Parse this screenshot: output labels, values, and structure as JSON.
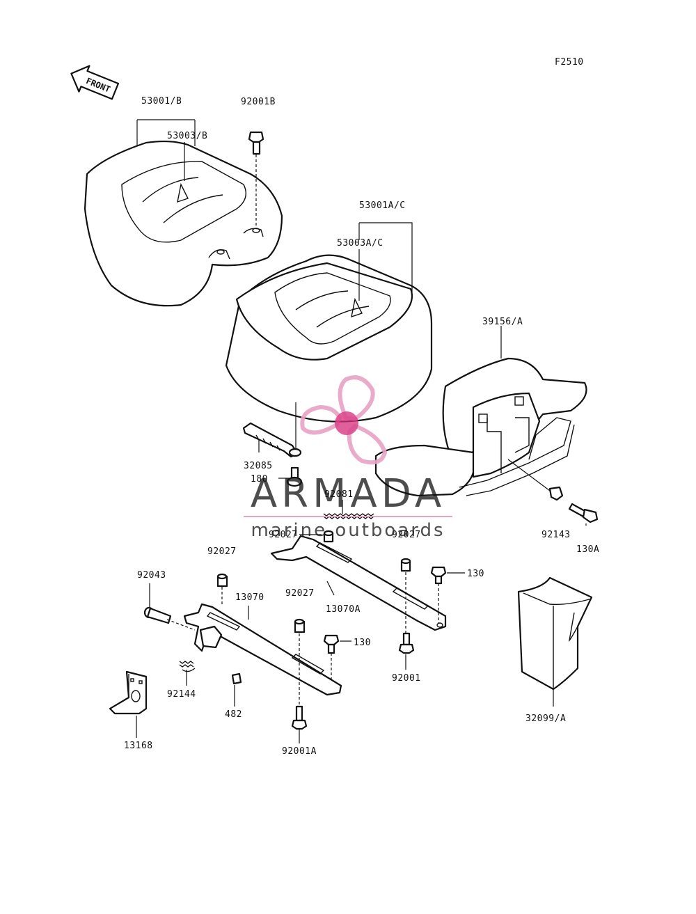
{
  "diagram": {
    "figure_code": "F2510",
    "front_label": "FRONT",
    "parts": [
      "53001/B",
      "53003/B",
      "92001B",
      "53001A/C",
      "53003A/C",
      "39156/A",
      "32085",
      "180",
      "92081",
      "92027",
      "92027",
      "92027",
      "92027",
      "92043",
      "13070",
      "13070A",
      "130",
      "130",
      "92144",
      "482",
      "13168",
      "92001A",
      "92001",
      "92143",
      "130A",
      "32099/A"
    ]
  },
  "watermark": {
    "brand": "ARMADA",
    "tagline": "marine outboards",
    "color_primary": "#e7a3c4",
    "color_accent": "#d7307e",
    "color_text": "#8a8a8a"
  }
}
